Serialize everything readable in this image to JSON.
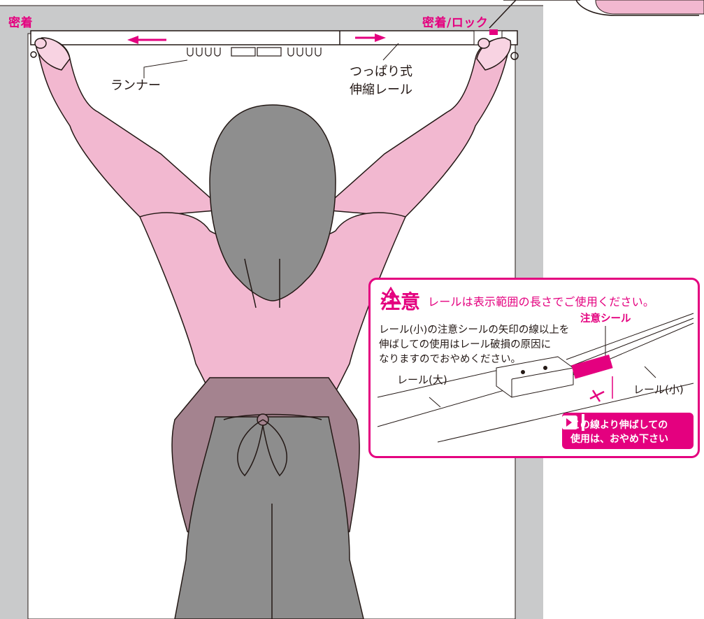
{
  "labels": {
    "adhere_left": "密着",
    "adhere_lock_right": "密着/ロック",
    "runner": "ランナー",
    "rail_line1": "つっぱり式",
    "rail_line2": "伸縮レール"
  },
  "caution": {
    "heading": "注意",
    "subheading": "レールは表示範囲の長さでご使用ください。",
    "body_lines": [
      "レール(小)の注意シールの矢印の線以上を",
      "伸ばしての使用はレール破損の原因に",
      "なりますのでおやめください。"
    ],
    "seal_label": "注意シール",
    "rail_big": "レール(大)",
    "rail_small": "レール(小)",
    "notice_line1": "この線より伸ばしての",
    "notice_line2": "使用は、おやめ下さい"
  },
  "colors": {
    "accent": "#e4007f",
    "frame": "#c9cacb",
    "sleeve": "#f2b8d0",
    "hand": "#f8d3e2",
    "hair": "#8e8e8e",
    "apron": "#a4838f",
    "pants": "#8d8d8d",
    "outline": "#231815"
  },
  "icons": {
    "warning": "warning-triangle-icon",
    "arrow": "arrow-to-line-icon"
  }
}
